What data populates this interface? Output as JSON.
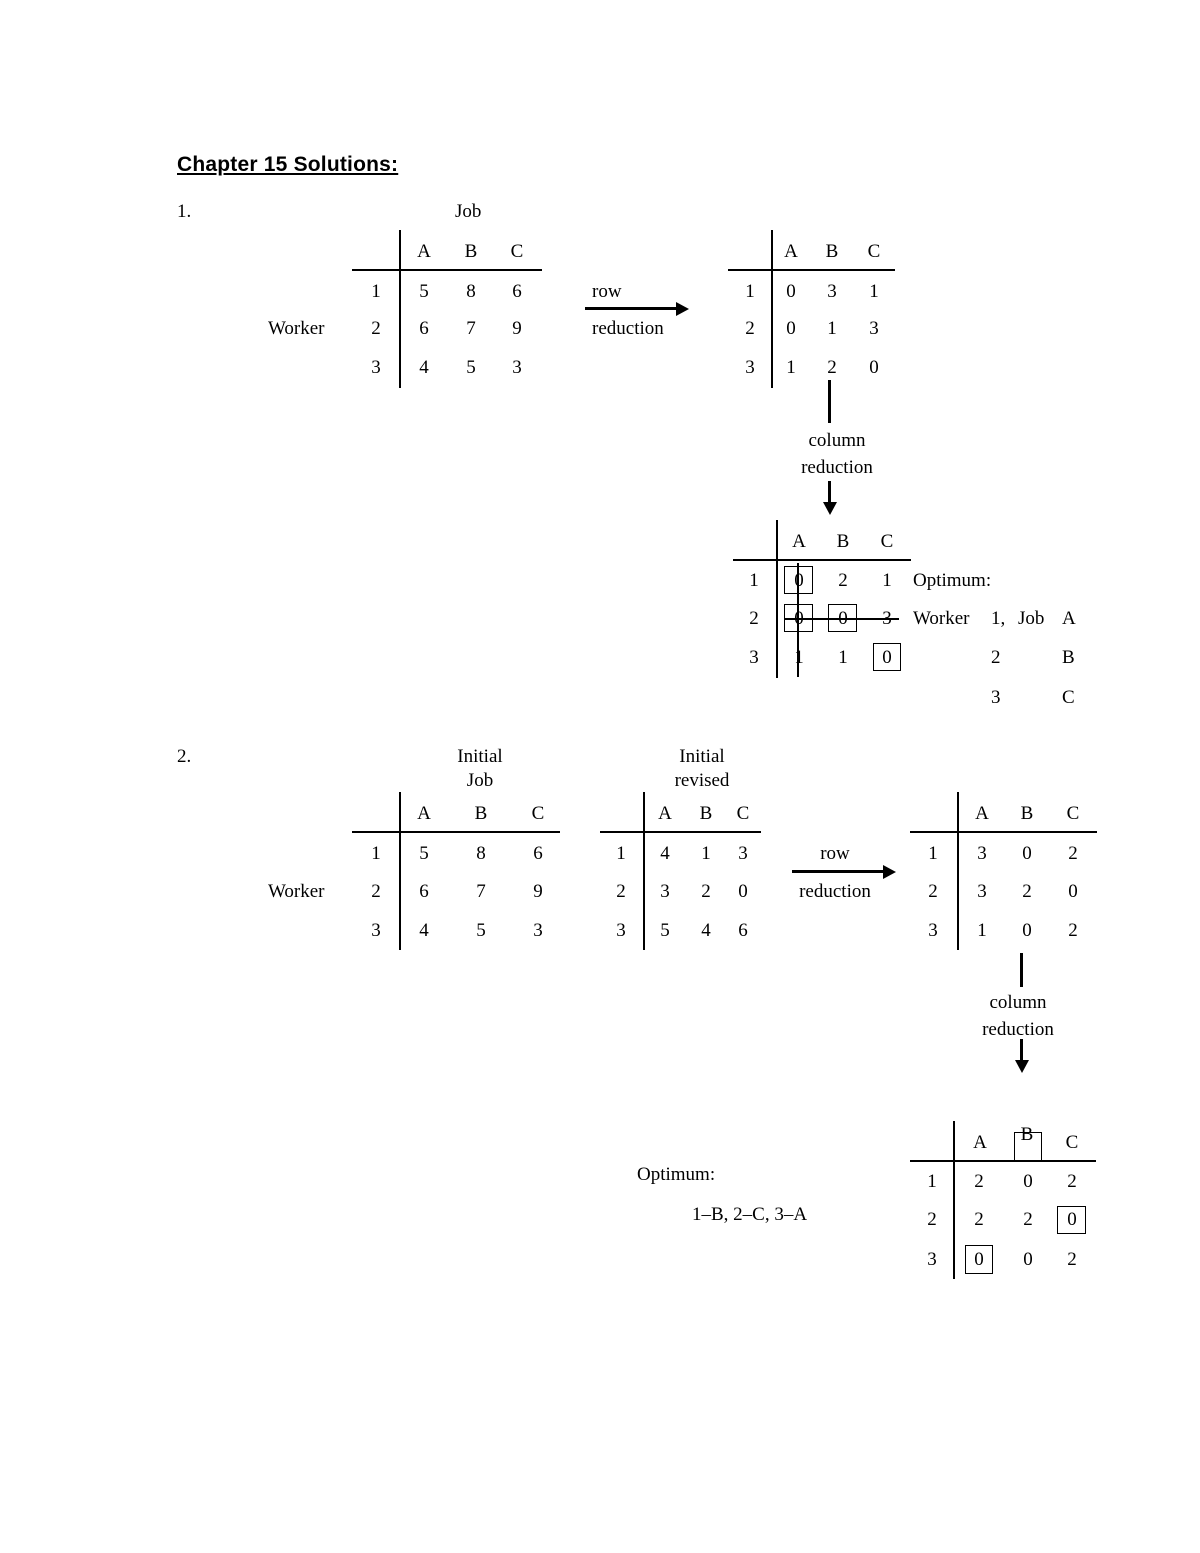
{
  "title": "Chapter 15 Solutions:",
  "problem1": {
    "number": "1.",
    "job_label": "Job",
    "worker_label": "Worker",
    "columns": [
      "A",
      "B",
      "C"
    ],
    "rows": [
      "1",
      "2",
      "3"
    ],
    "initial": [
      [
        "5",
        "8",
        "6"
      ],
      [
        "6",
        "7",
        "9"
      ],
      [
        "4",
        "5",
        "3"
      ]
    ],
    "row_arrow": {
      "top": "row",
      "bottom": "reduction"
    },
    "row_reduced": [
      [
        "0",
        "3",
        "1"
      ],
      [
        "0",
        "1",
        "3"
      ],
      [
        "1",
        "2",
        "0"
      ]
    ],
    "col_arrow": {
      "line1": "column",
      "line2": "reduction"
    },
    "col_reduced": [
      [
        "0",
        "2",
        "1"
      ],
      [
        "0",
        "0",
        "3"
      ],
      [
        "1",
        "1",
        "0"
      ]
    ],
    "optimum": {
      "label": "Optimum:",
      "worker_word": "Worker",
      "job_word": "Job",
      "assignments": [
        {
          "worker": "1,",
          "job": "A"
        },
        {
          "worker": "2",
          "job": "B"
        },
        {
          "worker": "3",
          "job": "C"
        }
      ]
    }
  },
  "problem2": {
    "number": "2.",
    "initial_label": [
      "Initial",
      "Job"
    ],
    "revised_label": [
      "Initial",
      "revised"
    ],
    "worker_label": "Worker",
    "columns": [
      "A",
      "B",
      "C"
    ],
    "rows": [
      "1",
      "2",
      "3"
    ],
    "initial": [
      [
        "5",
        "8",
        "6"
      ],
      [
        "6",
        "7",
        "9"
      ],
      [
        "4",
        "5",
        "3"
      ]
    ],
    "revised": [
      [
        "4",
        "1",
        "3"
      ],
      [
        "3",
        "2",
        "0"
      ],
      [
        "5",
        "4",
        "6"
      ]
    ],
    "row_arrow": {
      "top": "row",
      "bottom": "reduction"
    },
    "row_reduced": [
      [
        "3",
        "0",
        "2"
      ],
      [
        "3",
        "2",
        "0"
      ],
      [
        "1",
        "0",
        "2"
      ]
    ],
    "col_arrow": {
      "line1": "column",
      "line2": "reduction"
    },
    "col_reduced": [
      [
        "2",
        "0",
        "2"
      ],
      [
        "2",
        "2",
        "0"
      ],
      [
        "0",
        "0",
        "2"
      ]
    ],
    "optimum": {
      "label": "Optimum:",
      "result": "1–B, 2–C, 3–A"
    }
  }
}
